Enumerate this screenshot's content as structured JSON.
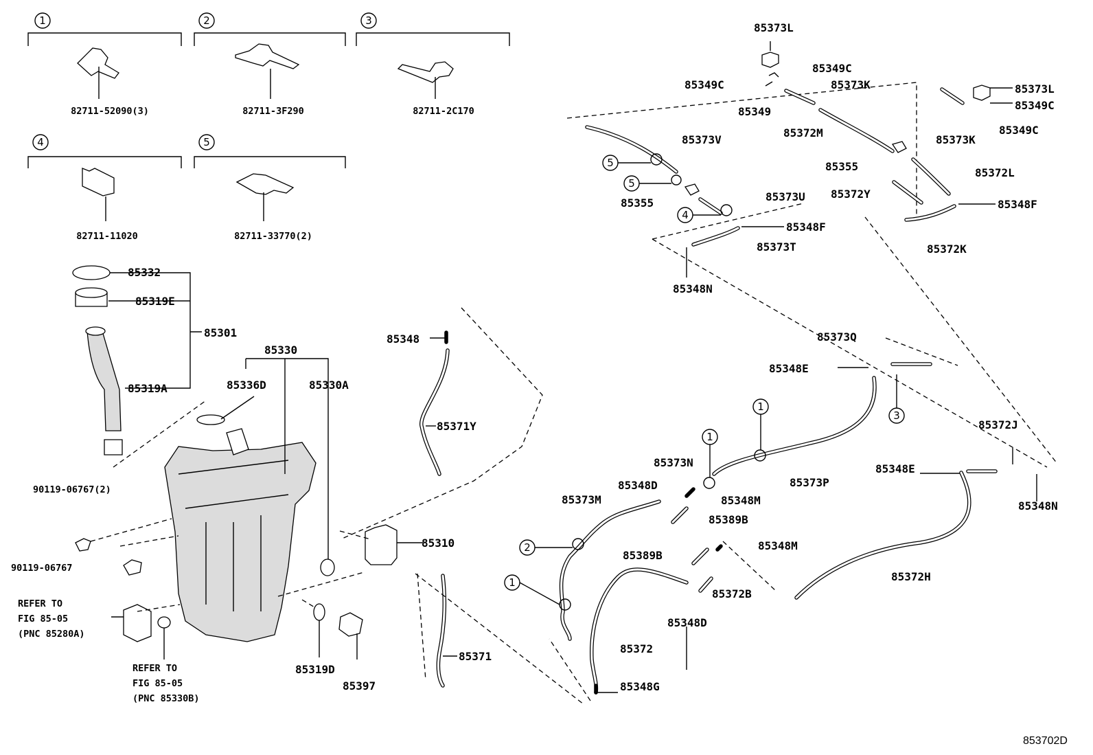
{
  "figure_id": "853702D",
  "clip_groups": [
    {
      "num": "1",
      "part": "82711-52090(3)"
    },
    {
      "num": "2",
      "part": "82711-3F290"
    },
    {
      "num": "3",
      "part": "82711-2C170"
    },
    {
      "num": "4",
      "part": "82711-11020"
    },
    {
      "num": "5",
      "part": "82711-33770(2)"
    }
  ],
  "tank_parts": {
    "p85332": "85332",
    "p85319E": "85319E",
    "p85301": "85301",
    "p85319A": "85319A",
    "p85330": "85330",
    "p85336D": "85336D",
    "p85330A": "85330A",
    "p90119_2": "90119-06767(2)",
    "p90119": "90119-06767",
    "p85310": "85310",
    "p85319D": "85319D",
    "p85397": "85397"
  },
  "refer_notes": [
    {
      "line1": "REFER TO",
      "line2": "FIG 85-05",
      "line3": "(PNC 85280A)"
    },
    {
      "line1": "REFER TO",
      "line2": "FIG 85-05",
      "line3": "(PNC 85330B)"
    }
  ],
  "hose_parts": {
    "p85348": "85348",
    "p85371Y": "85371Y",
    "p85371": "85371",
    "p85373L_a": "85373L",
    "p85349C_a": "85349C",
    "p85349C_b": "85349C",
    "p85373K_a": "85373K",
    "p85349": "85349",
    "p85372M": "85372M",
    "p85373V": "85373V",
    "p85355_a": "85355",
    "p85355_b": "85355",
    "p85373U": "85373U",
    "p85348F_a": "85348F",
    "p85373T": "85373T",
    "p85348N_a": "85348N",
    "p85373L_b": "85373L",
    "p85349C_c": "85349C",
    "p85349C_d": "85349C",
    "p85373K_b": "85373K",
    "p85372L": "85372L",
    "p85372Y": "85372Y",
    "p85348F_b": "85348F",
    "p85372K": "85372K",
    "p85373Q": "85373Q",
    "p85348E_a": "85348E",
    "p85373N": "85373N",
    "p85373P": "85373P",
    "p85348D_a": "85348D",
    "p85348M_a": "85348M",
    "p85389B_a": "85389B",
    "p85373M": "85373M",
    "p85389B_b": "85389B",
    "p85348M_b": "85348M",
    "p85372B": "85372B",
    "p85348D_b": "85348D",
    "p85372": "85372",
    "p85348G": "85348G",
    "p85372J": "85372J",
    "p85348E_b": "85348E",
    "p85348N_b": "85348N",
    "p85372H": "85372H"
  }
}
